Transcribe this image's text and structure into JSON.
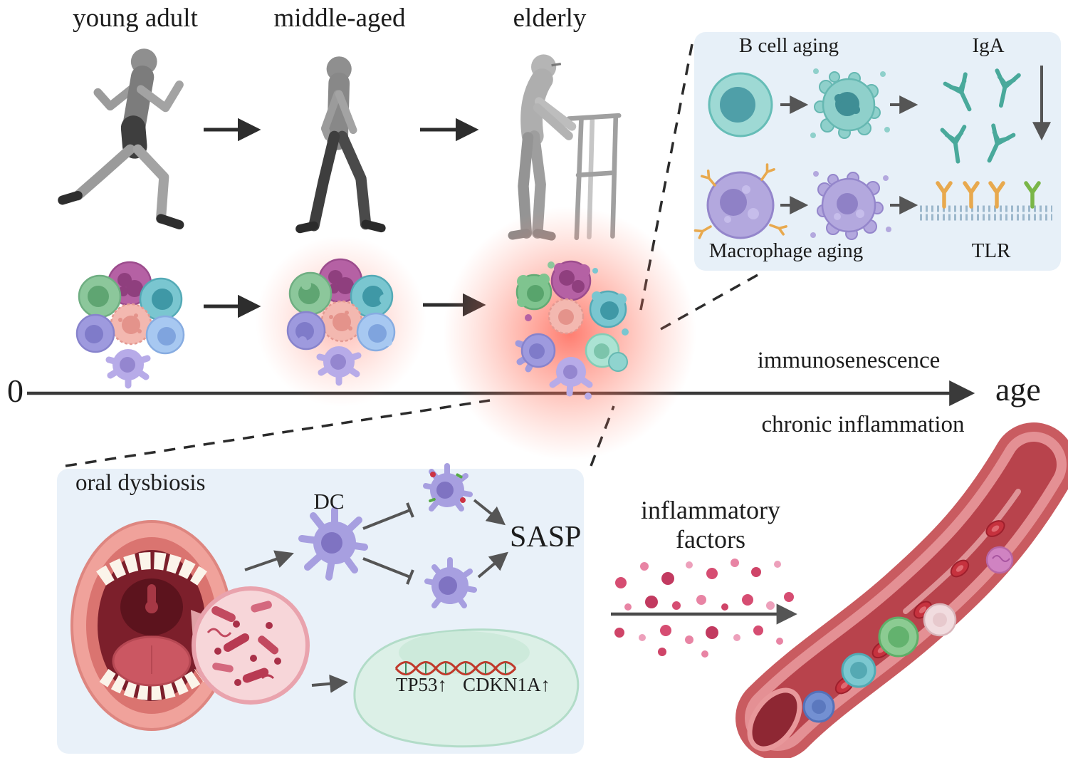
{
  "stages": [
    {
      "label": "young adult"
    },
    {
      "label": "middle-aged"
    },
    {
      "label": "elderly"
    }
  ],
  "axis": {
    "origin": "0",
    "end": "age",
    "upper": "immunosenescence",
    "lower": "chronic inflammation"
  },
  "immune_panel": {
    "b_cell_label": "B cell aging",
    "iga_label": "IgA",
    "macrophage_label": "Macrophage aging",
    "tlr_label": "TLR"
  },
  "oral_panel": {
    "title": "oral dysbiosis",
    "dc_label": "DC",
    "sasp_label": "SASP",
    "gene_tp53": "TP53↑",
    "gene_cdkn1a": "CDKN1A↑"
  },
  "vessel": {
    "label": "inflammatory factors"
  },
  "palette": {
    "panel_bg": "#e8f1f8",
    "glow_red": "#ff4a38",
    "teal_cell": "#7ac6d0",
    "purple_cell": "#a79fe0",
    "magenta_cell": "#b561a4",
    "antibody_teal": "#49a99b",
    "receptor_orange": "#e8a94e",
    "receptor_green": "#7ab648",
    "vessel_red": "#c95b60",
    "inflammatory_dot": "#d64d72"
  }
}
